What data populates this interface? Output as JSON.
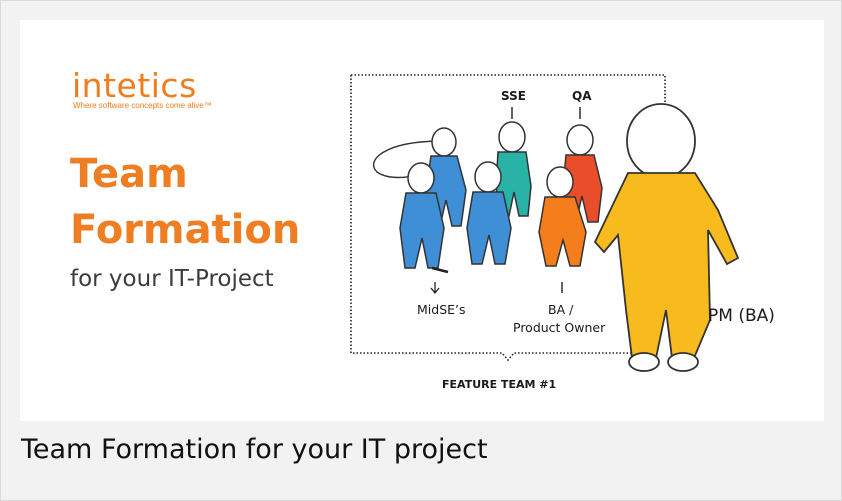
{
  "logo": {
    "text": "intetics",
    "tagline": "Where software concepts come alive™"
  },
  "heading": {
    "line1": "Team",
    "line2": "Formation",
    "subtitle": "for your IT-Project"
  },
  "diagram": {
    "labels": {
      "sse": "SSE",
      "qa": "QA",
      "midse": "MidSE’s",
      "ba_line1": "BA /",
      "ba_line2": "Product Owner",
      "pm": "PM (BA)",
      "feature_team": "FEATURE TEAM #1"
    }
  },
  "caption": "Team Formation for your IT project",
  "colors": {
    "brand_orange": "#ef7d22",
    "figure_blue": "#3f8fd6",
    "figure_teal": "#29b2a6",
    "figure_red": "#ea4d2a",
    "figure_orange": "#f47e1b",
    "figure_yellow": "#f7bb1e"
  }
}
